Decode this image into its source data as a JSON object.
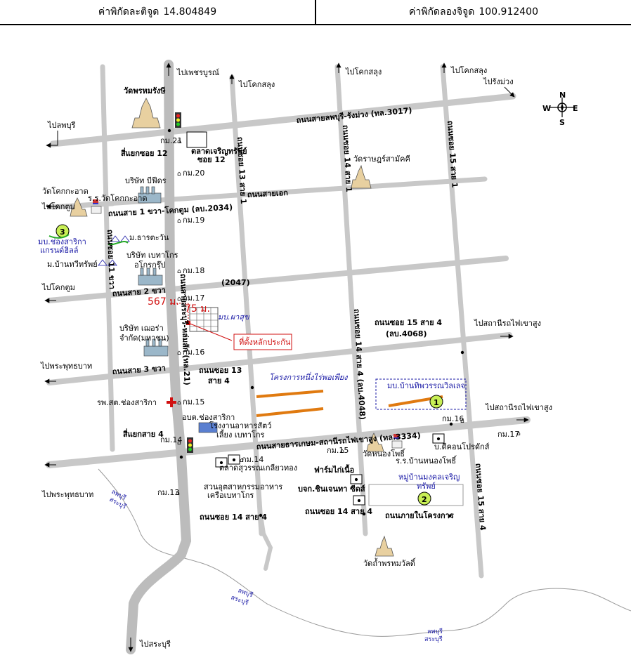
{
  "header": {
    "lat_label": "ค่าพิกัดละติจูด",
    "lat_value": "14.804849",
    "lon_label": "ค่าพิกัดลองจิจูด",
    "lon_value": "100.912400"
  },
  "compass": {
    "n": "N",
    "s": "S",
    "e": "E",
    "w": "W"
  },
  "directions": {
    "to_phetchabun": "ไปเพชรบูรณ์",
    "to_khoksalung_1": "ไปโคกสลุง",
    "to_khoksalung_2": "ไปโคกสลุง",
    "to_khoksalung_3": "ไปโคกสลุง",
    "to_rangmuang": "ไปรังม่วง",
    "to_lopburi": "ไปลพบุรี",
    "to_khoktum_1": "ไปโคกตูม",
    "to_khoktum_2": "ไปโคกตูม",
    "to_phraphutthabat_1": "ไปพระพุทธบาท",
    "to_phraphutthabat_2": "ไปพระพุทธบาท",
    "to_station_1": "ไปสถานีรถไฟเขาสูง",
    "to_station_2": "ไปสถานีรถไฟเขาสูง",
    "to_saraburi": "ไปสระบุรี"
  },
  "roads": {
    "r3017": "ถนนสายลพบุรี-รังม่วง (ทล.3017)",
    "r2034": "ถนนสาย 1 ขวา-โคกตูม (ลบ.2034)",
    "r2_khwa": "ถนนสาย 2 ขวา",
    "r2047": "(2047)",
    "r3_khwa": "ถนนสาย 3 ขวา",
    "r3334": "ถนนสายธารเกษม-สถานีรถไฟเขาสูง (ทล.3334)",
    "r21": "ถนนสายสระบุรี-หล่มสัก (ทล.21)",
    "soi13_1": "ถนนซอย 13 สาย 1",
    "soi13_4": "ถนนซอย 13",
    "soi13_4b": "สาย 4",
    "soi14_1": "ถนนซอย 14 สาย 1",
    "soi14_4": "ถนนซอย 14 สาย 4 (ลบ.4048)",
    "soi15_1": "ถนนซอย 15 สาย 1",
    "soi15_4": "ถนนซอย 15 สาย 4",
    "soi15_4_vert": "ถนนซอย 15 สาย 4",
    "lb4068": "(ลบ.4068)",
    "soi11": "ถนนซอย 11 ขวา",
    "sai_ek": "ถนนสายเอก",
    "soi14_4_bottom_1": "ถนนซอย 14 สาย 4",
    "soi14_4_bottom_2": "ถนนซอย 14 สาย 4",
    "internal_road": "ถนนภายในโครงการ"
  },
  "km": {
    "k21": "กม.21",
    "k20": "กม.20",
    "k19": "กม.19",
    "k18": "กม.18",
    "k17": "กม.17",
    "k16": "กม.16",
    "k15": "กม.15",
    "k14": "กม.14",
    "k13": "กม.13",
    "k14b": "กม.14",
    "k15b": "กม.15",
    "k16b": "กม.16",
    "k17b": "กม.17"
  },
  "places": {
    "wat_phromrang": "วัดพรหมรังษี",
    "sieang_soi12": "สี่แยกซอย 12",
    "talat_charoen": "ตลาดเจริญทรัพย์",
    "soi12": "ซอย 12",
    "bfeed": "บริษัท บีฟีดร",
    "wat_khokkasa": "วัดโคกกะอาด",
    "school_khokkasa": "ร.ร.วัดโคกกะอาด",
    "wat_ratsamakkhi": "วัดราษฎร์สามัคคี",
    "mb_chongsarika": "มบ.ช่องสาริกา",
    "grand_hill": "แกรนด์ฮิลล์",
    "m_tharatawan": "ม.ธารตะวัน",
    "m_banthawi": "ม.บ้านทวีทรัพย์",
    "betagro_1": "บริษัท เบทาโกร",
    "betagro_2": "อโกรกรุ๊ป",
    "price_567": "567 ม.",
    "dist_75": "75 ม.",
    "mb_phasuk": "มบ.ผาสุข",
    "land_location": "ที่ตั้งหลักประกัน",
    "mera_1": "บริษัท เฌอร่า",
    "mera_2": "จำกัด(มหาชน)",
    "hospital": "รพ.สต.ช่องสาริกา",
    "obt": "อบต.ช่องสาริกา",
    "feed_plant": "โรงงานอาหารสัตว์",
    "betagro_feed": "เลี้ยง เบทาโกร",
    "sieang_sai4": "สี่แยกสาย 4",
    "sufficiency": "โครงการหนึ่งไร่พอเพียง",
    "mb_hattaphan": "มบ.บ้านทิพวรรณวิลเลจ",
    "wat_nongphai": "วัดหนองโพธิ์",
    "school_nongphai": "ร.ร.บ้านหนองโพธิ์",
    "pdcon": "บ.ดีคอนโปรดักส์",
    "talat_suwan": "ตลาดสุวรรณเกลียวทอง",
    "kaifarm": "ฟาร์มไก่เนื้อ",
    "coop_1": "สวนอุตสาหกรรมอาหาร",
    "coop_2": "เครือเบทาโกร",
    "singhathai": "บจก.ชินเจนทา ซีดส์",
    "mb_mongkol_1": "หมู่บ้านมงคลเจริญ",
    "mb_mongkol_2": "ทรัพย์",
    "wat_tham": "วัดถ้ำพรหมวัลดิ์"
  },
  "province_border": {
    "a": "ลพบุรี",
    "b": "สระบุรี"
  },
  "markers": {
    "m1": "1",
    "m2": "2",
    "m3": "3"
  },
  "colors": {
    "road": "#c8c8c8",
    "highway": "#bcbcbc",
    "border": "#9a9a9a",
    "project_line": "#e07a10",
    "dashed_box": "#1a1aa6",
    "marker_fill": "#c8ef55",
    "land_red": "#d01010"
  }
}
